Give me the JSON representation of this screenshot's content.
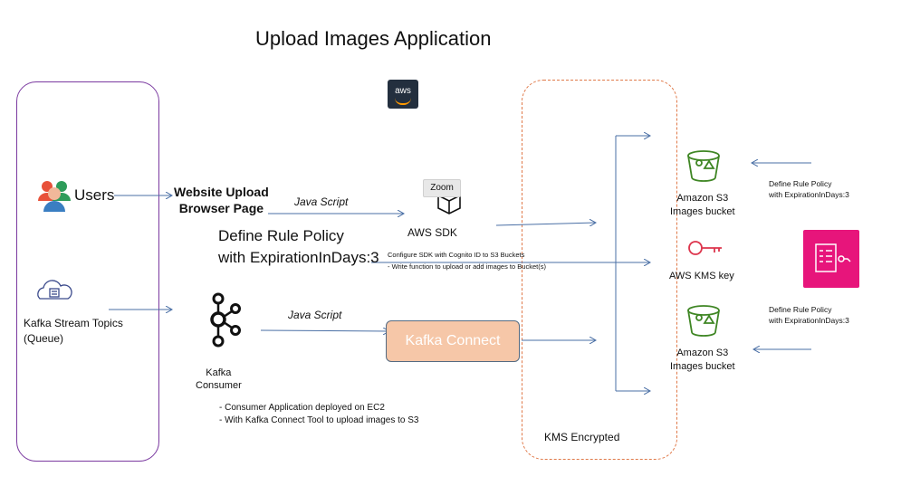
{
  "title": "Upload Images Application",
  "aws_logo_text": "aws",
  "users": {
    "label": "Users"
  },
  "website": {
    "line1": "Website Upload",
    "line2": "Browser Page"
  },
  "java_script_1": "Java Script",
  "java_script_2": "Java Script",
  "rule_policy_big": {
    "line1": "Define Rule Policy",
    "line2": "with ExpirationInDays:3"
  },
  "zoom_label": "Zoom",
  "aws_sdk": {
    "label": "AWS SDK",
    "notes": [
      "Configure SDK with Cognito ID to S3 Buckets",
      "- Write function to upload or add images to Bucket(s)"
    ]
  },
  "kafka_stream": {
    "line1": "Kafka Stream Topics",
    "line2": "(Queue)"
  },
  "kafka_consumer": {
    "line1": "Kafka",
    "line2": "Consumer"
  },
  "kafka_connect": {
    "label": "Kafka Connect"
  },
  "consumer_notes": [
    "-   Consumer Application deployed on EC2",
    "-   With Kafka Connect Tool to upload images to S3"
  ],
  "kms_encrypted": "KMS Encrypted",
  "s3_top": {
    "line1": "Amazon S3",
    "line2": "Images bucket"
  },
  "kms_key": {
    "label": "AWS KMS key"
  },
  "s3_bottom": {
    "line1": "Amazon S3",
    "line2": "Images bucket"
  },
  "rule_policy_top": {
    "line1": "Define Rule Policy",
    "line2": "with ExpirationInDays:3"
  },
  "rule_policy_bottom": {
    "line1": "Define Rule Policy",
    "line2": "with ExpirationInDays:3"
  },
  "colors": {
    "left_panel_border": "#7b3aa0",
    "kms_panel_border": "#e07a4a",
    "s3_green": "#3f8624",
    "kms_red": "#dd344c",
    "kafka_connect_fill": "#f6c7a8",
    "arrow": "#4a6fa5",
    "alerts_pink": "#e7157b"
  }
}
